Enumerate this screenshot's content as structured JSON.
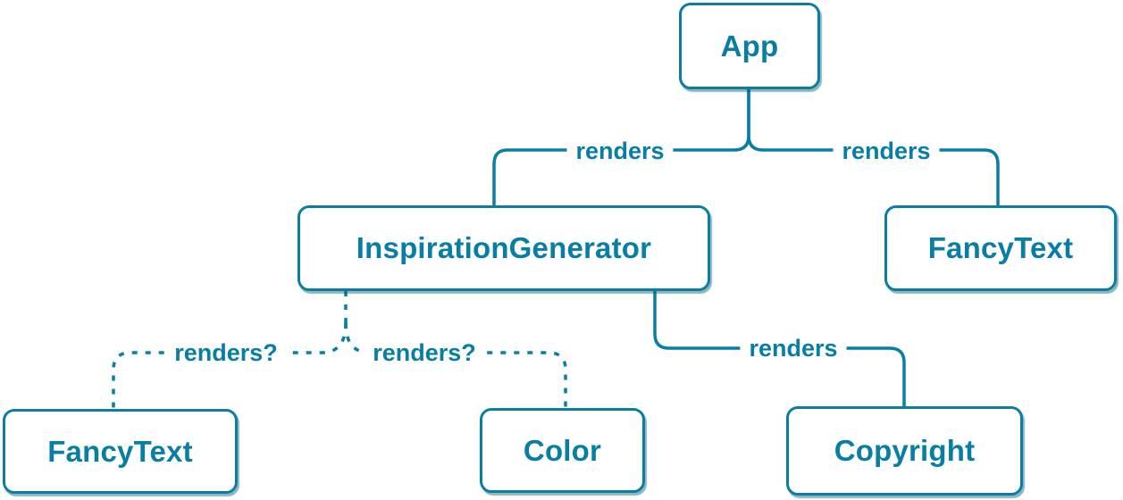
{
  "diagram": {
    "accent_color": "#087EA4",
    "background_color": "#ffffff",
    "nodes": [
      {
        "id": "app",
        "label": "App"
      },
      {
        "id": "inspiration-generator",
        "label": "InspirationGenerator"
      },
      {
        "id": "fancytext-top",
        "label": "FancyText"
      },
      {
        "id": "fancytext-bottom",
        "label": "FancyText"
      },
      {
        "id": "color",
        "label": "Color"
      },
      {
        "id": "copyright",
        "label": "Copyright"
      }
    ],
    "edges": [
      {
        "from": "App",
        "to": "InspirationGenerator",
        "label": "renders",
        "style": "solid"
      },
      {
        "from": "App",
        "to": "FancyText",
        "label": "renders",
        "style": "solid"
      },
      {
        "from": "InspirationGenerator",
        "to": "Copyright",
        "label": "renders",
        "style": "solid"
      },
      {
        "from": "InspirationGenerator",
        "to": "FancyText",
        "label": "renders?",
        "style": "dashed"
      },
      {
        "from": "InspirationGenerator",
        "to": "Color",
        "label": "renders?",
        "style": "dashed"
      }
    ]
  }
}
